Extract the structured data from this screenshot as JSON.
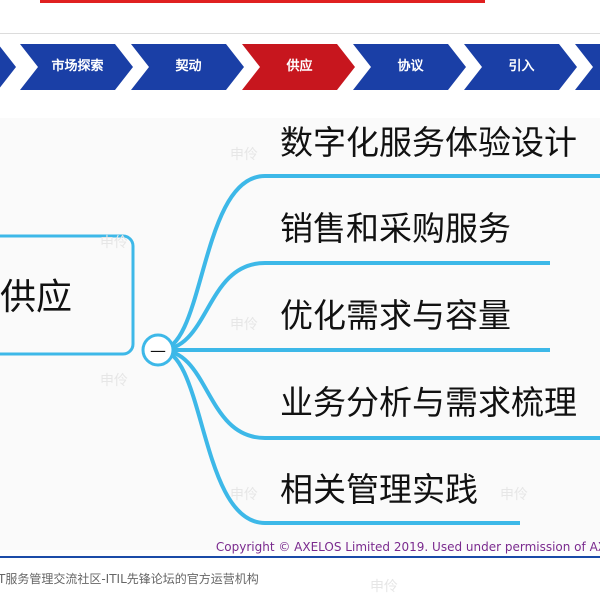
{
  "process_bar": {
    "steps": [
      {
        "label": "市场探索",
        "active": false
      },
      {
        "label": "契动",
        "active": false
      },
      {
        "label": "供应",
        "active": true
      },
      {
        "label": "协议",
        "active": false
      },
      {
        "label": "引入",
        "active": false
      }
    ],
    "colors": {
      "inactive": "#1a3fa6",
      "active": "#c7161e"
    }
  },
  "mindmap": {
    "root": "供应",
    "branches": [
      "数字化服务体验设计",
      "销售和采购服务",
      "优化需求与容量",
      "业务分析与需求梳理",
      "相关管理实践"
    ],
    "collapse_symbol": "—",
    "line_color": "#3db8e8"
  },
  "watermark": "申伶",
  "copyright": "Copyright © AXELOS Limited 2019. Used under permission of AX",
  "footer": "T服务管理交流社区-ITIL先锋论坛的官方运营机构"
}
